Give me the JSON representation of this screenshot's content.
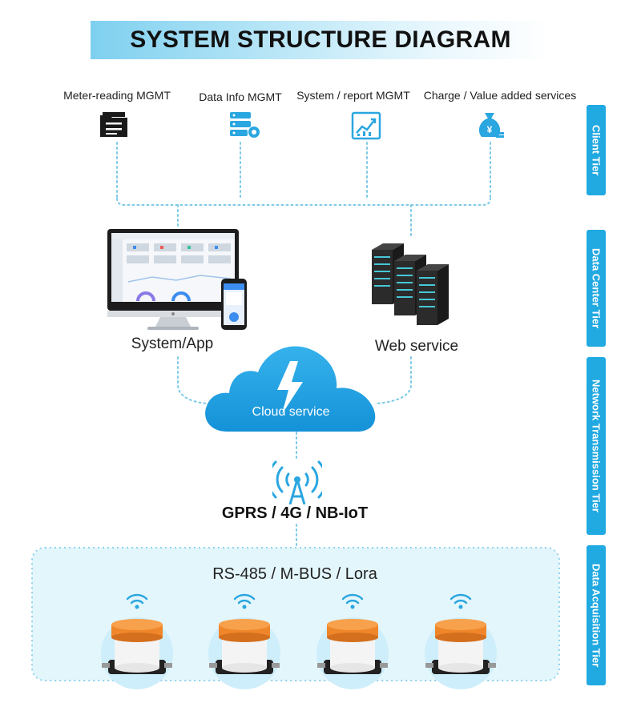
{
  "title": "SYSTEM STRUCTURE DIAGRAM",
  "client_items": [
    {
      "label": "Meter-reading MGMT",
      "icon": "folder-icon"
    },
    {
      "label": "Data Info MGMT",
      "icon": "server-gear-icon"
    },
    {
      "label": "System / report MGMT",
      "icon": "report-chart-icon"
    },
    {
      "label": "Charge / Value added services",
      "icon": "money-bag-icon"
    }
  ],
  "data_center": {
    "system_app_label": "System/App",
    "web_service_label": "Web service"
  },
  "cloud_label": "Cloud service",
  "network_label": "GPRS / 4G / NB-IoT",
  "protocol_label": "RS-485 / M-BUS / Lora",
  "meter_count": 4,
  "tiers": [
    {
      "label": "Client Tier"
    },
    {
      "label": "Data Center Tier"
    },
    {
      "label": "Network Transmission Tier"
    },
    {
      "label": "Data Acquisition Tier"
    }
  ],
  "colors": {
    "accent": "#21a9e1",
    "cloud": "#1e9fdf",
    "acquisition_bg": "#e3f6fc",
    "meter_cap": "#f0862a",
    "dotted_line": "#7cc9e8"
  }
}
